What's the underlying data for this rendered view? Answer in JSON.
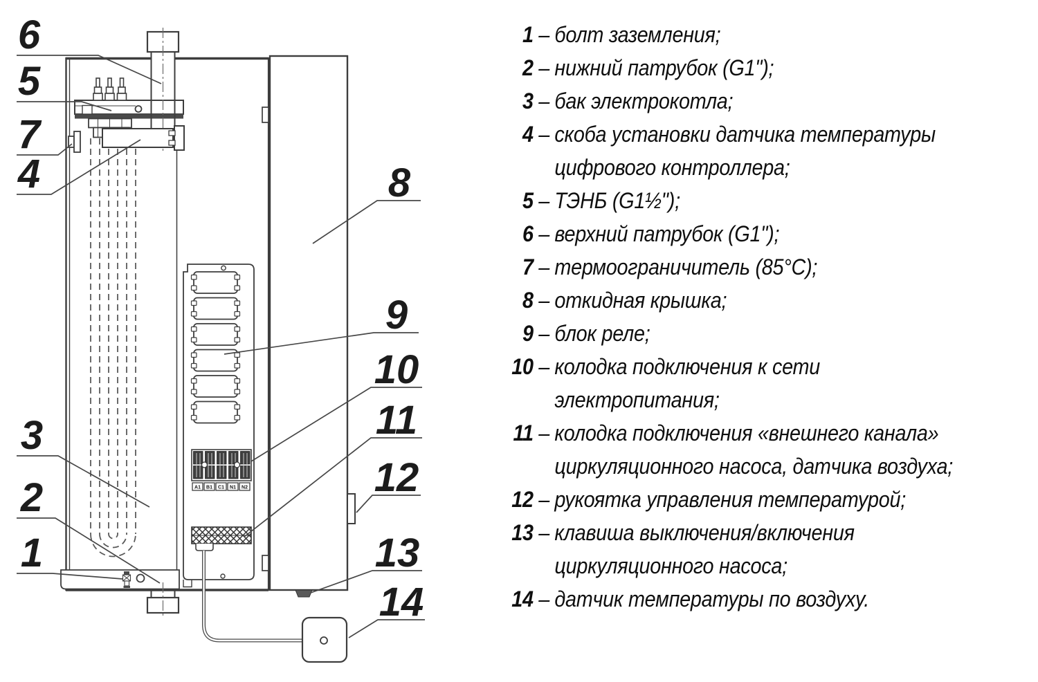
{
  "colors": {
    "ink": "#3d3d3d",
    "dark_fill": "#4a4a4a",
    "background": "#ffffff",
    "text": "#0f0f0f"
  },
  "diagram": {
    "callouts": [
      "1",
      "2",
      "3",
      "4",
      "5",
      "6",
      "7",
      "8",
      "9",
      "10",
      "11",
      "12",
      "13",
      "14"
    ],
    "terminal_labels": [
      "A1",
      "B1",
      "C1",
      "N1",
      "N2"
    ]
  },
  "legend": {
    "separator": "–",
    "items": [
      {
        "num": "1",
        "line1": "болт заземления;"
      },
      {
        "num": "2",
        "line1": "нижний патрубок (G1\");"
      },
      {
        "num": "3",
        "line1": "бак электрокотла;"
      },
      {
        "num": "4",
        "line1": "скоба установки датчика температуры",
        "line2": "цифрового контроллера;"
      },
      {
        "num": "5",
        "line1": "ТЭНБ (G1½\");"
      },
      {
        "num": "6",
        "line1": "верхний патрубок (G1\");"
      },
      {
        "num": "7",
        "line1": "термоограничитель (85°С);"
      },
      {
        "num": "8",
        "line1": "откидная крышка;"
      },
      {
        "num": "9",
        "line1": "блок реле;"
      },
      {
        "num": "10",
        "line1": "колодка подключения к сети",
        "line2": "электропитания;"
      },
      {
        "num": "11",
        "line1": "колодка подключения «внешнего канала»",
        "line2": "циркуляционного насоса, датчика воздуха;"
      },
      {
        "num": "12",
        "line1": "рукоятка управления температурой;"
      },
      {
        "num": "13",
        "line1": "клавиша выключения/включения",
        "line2": "циркуляционного насоса;"
      },
      {
        "num": "14",
        "line1": "датчик температуры по воздуху."
      }
    ]
  }
}
